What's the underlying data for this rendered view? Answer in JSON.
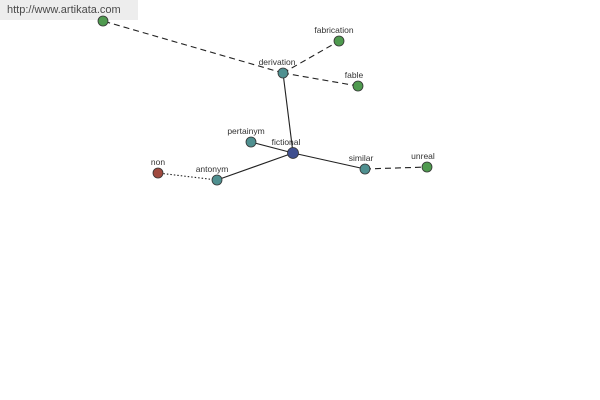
{
  "watermark": "http://www.artikata.com",
  "colors": {
    "root": "#3f4f8f",
    "relation": "#4f9090",
    "word": "#4f9a4f",
    "antonym_word": "#a04a3f"
  },
  "nodes": [
    {
      "id": "fictional",
      "label": "fictional",
      "kind": "root"
    },
    {
      "id": "derivation",
      "label": "derivation",
      "kind": "relation"
    },
    {
      "id": "pertainym",
      "label": "pertainym",
      "kind": "relation"
    },
    {
      "id": "antonym",
      "label": "antonym",
      "kind": "relation"
    },
    {
      "id": "similar",
      "label": "similar",
      "kind": "relation"
    },
    {
      "id": "fabrication",
      "label": "fabrication",
      "kind": "word"
    },
    {
      "id": "fable",
      "label": "fable",
      "kind": "word"
    },
    {
      "id": "fiction",
      "label": "",
      "kind": "word"
    },
    {
      "id": "non",
      "label": "non",
      "kind": "antonym_word"
    },
    {
      "id": "unreal",
      "label": "unreal",
      "kind": "word"
    }
  ],
  "edges": [
    {
      "from": "fictional",
      "to": "derivation",
      "style": "solid"
    },
    {
      "from": "fictional",
      "to": "pertainym",
      "style": "solid"
    },
    {
      "from": "fictional",
      "to": "antonym",
      "style": "solid"
    },
    {
      "from": "fictional",
      "to": "similar",
      "style": "solid"
    },
    {
      "from": "derivation",
      "to": "fabrication",
      "style": "dashed"
    },
    {
      "from": "derivation",
      "to": "fable",
      "style": "dashed"
    },
    {
      "from": "derivation",
      "to": "fiction",
      "style": "dashed"
    },
    {
      "from": "antonym",
      "to": "non",
      "style": "dotted"
    },
    {
      "from": "similar",
      "to": "unreal",
      "style": "dashed"
    }
  ]
}
